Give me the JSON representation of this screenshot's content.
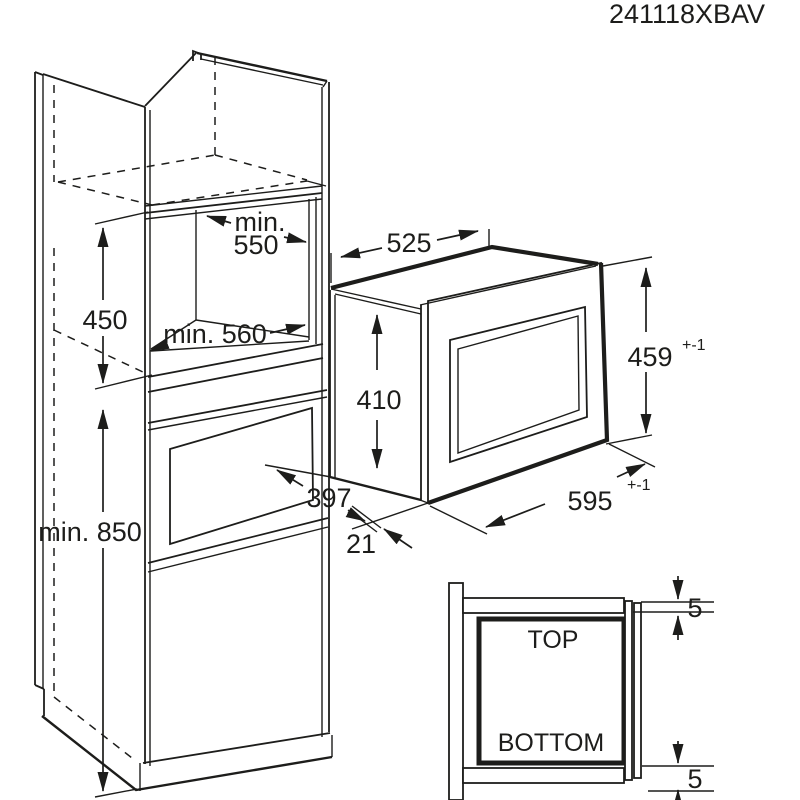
{
  "title": "241118XBAV",
  "colors": {
    "line": "#1d1d1b",
    "background": "#ffffff"
  },
  "cabinet_dims": {
    "niche_width_prefix": "min.",
    "niche_width_value": "550",
    "niche_depth": "min. 560",
    "niche_height": "450",
    "worktop_height": "min. 850"
  },
  "appliance_dims": {
    "depth": "525",
    "height": "410",
    "cutout_height": "459",
    "cutout_height_tolerance": "+-1",
    "width": "595",
    "width_tolerance": "+-1",
    "body_depth": "397",
    "door_protrusion": "21"
  },
  "detail_view": {
    "top_label": "TOP",
    "bottom_label": "BOTTOM",
    "gap_top": "5",
    "gap_bottom": "5"
  }
}
